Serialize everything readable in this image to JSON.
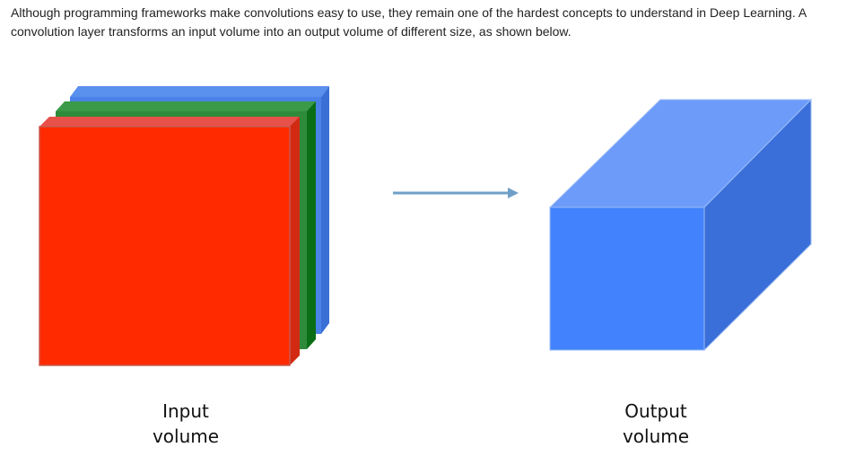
{
  "intro": {
    "text": "Although programming frameworks make convolutions easy to use, they remain one of the hardest concepts to understand in Deep Learning. A convolution layer transforms an input volume into an output volume of different size, as shown below."
  },
  "figure": {
    "input_label_line1": "Input",
    "input_label_line2": "volume",
    "output_label_line1": "Output",
    "output_label_line2": "volume",
    "input_layers": [
      "red",
      "green",
      "blue"
    ],
    "colors": {
      "red_front": "#ff2a00",
      "red_side": "#d22a12",
      "red_top": "#e8504a",
      "green_front": "#2e8b3a",
      "green_side": "#0a6e16",
      "green_top": "#3a9a48",
      "blue_front": "#4a82e8",
      "blue_side": "#3a6fd6",
      "blue_top": "#5a90ee",
      "output_front": "#4282fc",
      "output_top": "#6d9bfa",
      "output_side": "#3a6ed8",
      "arrow": "#6f9fc8"
    }
  }
}
